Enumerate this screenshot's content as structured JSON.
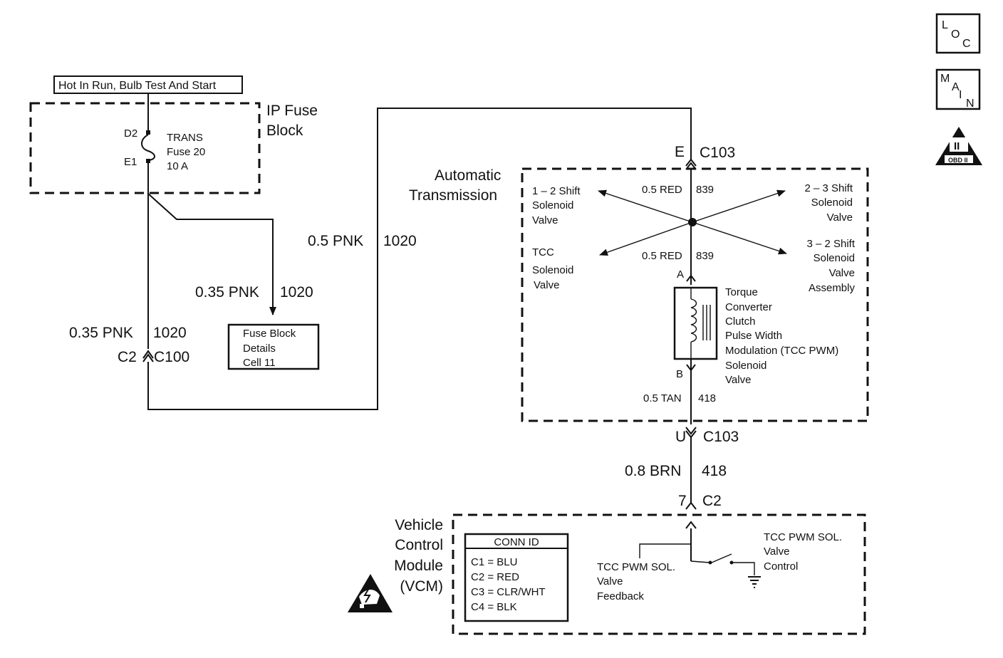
{
  "badges": {
    "loc": [
      "L",
      "O",
      "C"
    ],
    "main": [
      "M",
      "A",
      "I",
      "N"
    ],
    "obd_numeral": "II",
    "obd_label": "OBD II"
  },
  "power_label": "Hot In Run, Bulb Test And Start",
  "ip_fuse_block": {
    "title_line1": "IP Fuse",
    "title_line2": "Block",
    "terminal_top": "D2",
    "terminal_bottom": "E1",
    "fuse_lines": [
      "TRANS",
      "Fuse 20",
      "10 A"
    ]
  },
  "fuse_details": [
    "Fuse Block",
    "Details",
    "Cell 11"
  ],
  "wires": {
    "pnk_05": {
      "gauge_color": "0.5 PNK",
      "circuit": "1020"
    },
    "pnk_035_right": {
      "gauge_color": "0.35 PNK",
      "circuit": "1020"
    },
    "pnk_035_left": {
      "gauge_color": "0.35 PNK",
      "circuit": "1020"
    },
    "red_top": {
      "gauge_color": "0.5 RED",
      "circuit": "839"
    },
    "red_bottom": {
      "gauge_color": "0.5 RED",
      "circuit": "839"
    },
    "tan": {
      "gauge_color": "0.5 TAN",
      "circuit": "418"
    },
    "brn": {
      "gauge_color": "0.8 BRN",
      "circuit": "418"
    }
  },
  "connectors": {
    "c100_pin": "C2",
    "c100_name": "C100",
    "c103_top_pin": "E",
    "c103_top_name": "C103",
    "c103_bottom_pin": "U",
    "c103_bottom_name": "C103",
    "c2_pin": "7",
    "c2_name": "C2"
  },
  "automatic_transmission": {
    "title_line1": "Automatic",
    "title_line2": "Transmission",
    "shift_12": [
      "1 – 2 Shift",
      "Solenoid",
      "Valve"
    ],
    "shift_23": [
      "2 – 3 Shift",
      "Solenoid",
      "Valve"
    ],
    "tcc_solenoid": [
      "TCC",
      "Solenoid",
      "Valve"
    ],
    "shift_32": [
      "3 – 2 Shift",
      "Solenoid",
      "Valve",
      "Assembly"
    ],
    "pin_a": "A",
    "pin_b": "B",
    "tcc_pwm_lines": [
      "Torque",
      "Converter",
      "Clutch",
      "Pulse Width",
      "Modulation (TCC PWM)",
      "Solenoid",
      "Valve"
    ]
  },
  "vcm": {
    "title_lines": [
      "Vehicle",
      "Control",
      "Module",
      "(VCM)"
    ],
    "conn_id": {
      "header": "CONN ID",
      "rows": [
        "C1  =  BLU",
        "C2  =  RED",
        "C3  =  CLR/WHT",
        "C4  =  BLK"
      ]
    },
    "feedback_lines": [
      "TCC PWM SOL.",
      "Valve",
      "Feedback"
    ],
    "control_lines": [
      "TCC PWM SOL.",
      "Valve",
      "Control"
    ]
  }
}
